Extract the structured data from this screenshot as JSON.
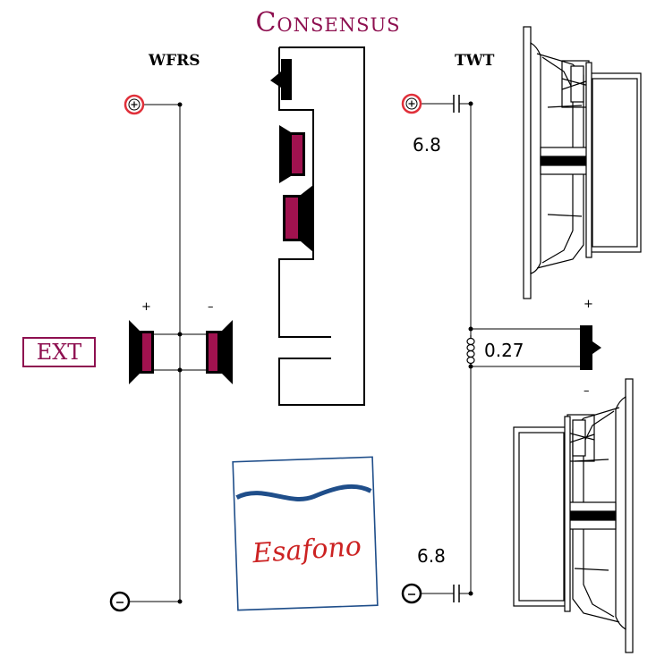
{
  "title": "Consensus",
  "labels": {
    "woofers": "WFRS",
    "tweeter": "TWT",
    "ext": "EXT"
  },
  "components": {
    "cap_top": "6.8",
    "cap_bottom": "6.8",
    "inductor": "0.27"
  },
  "polarity": {
    "woofer_plus": "+",
    "woofer_minus": "–",
    "tweeter_plus": "+",
    "tweeter_minus": "–"
  },
  "logo_text": "Esafono",
  "colors": {
    "accent": "#8e1050",
    "magnet": "#a0124f",
    "terminal_ring": "#e0303a",
    "logo_red": "#cc2222",
    "logo_blue": "#1f4e8a"
  }
}
